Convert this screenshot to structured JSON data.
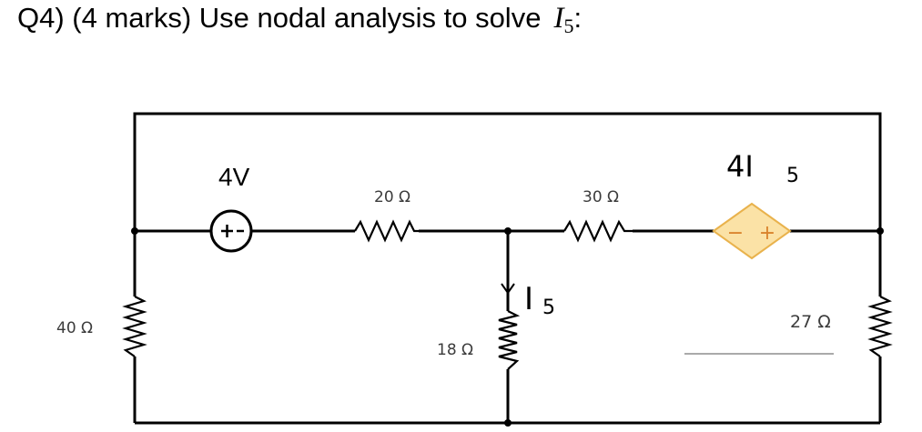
{
  "question": {
    "text": "Q4) (4 marks) Use nodal analysis to solve",
    "var_main": "I",
    "var_sub": "5",
    "var_suffix": ":"
  },
  "circuit": {
    "voltage_source_value": "4V",
    "r_top_left": "20 Ω",
    "r_top_right": "30 Ω",
    "r_left": "40 Ω",
    "r_middle": "18 Ω",
    "r_right": "27 Ω",
    "current_label_main": "I",
    "current_label_sub": "5",
    "dependent_source_coef": "4I",
    "dependent_source_sub": "5",
    "plus_sign": "+",
    "minus_sign": "−"
  }
}
